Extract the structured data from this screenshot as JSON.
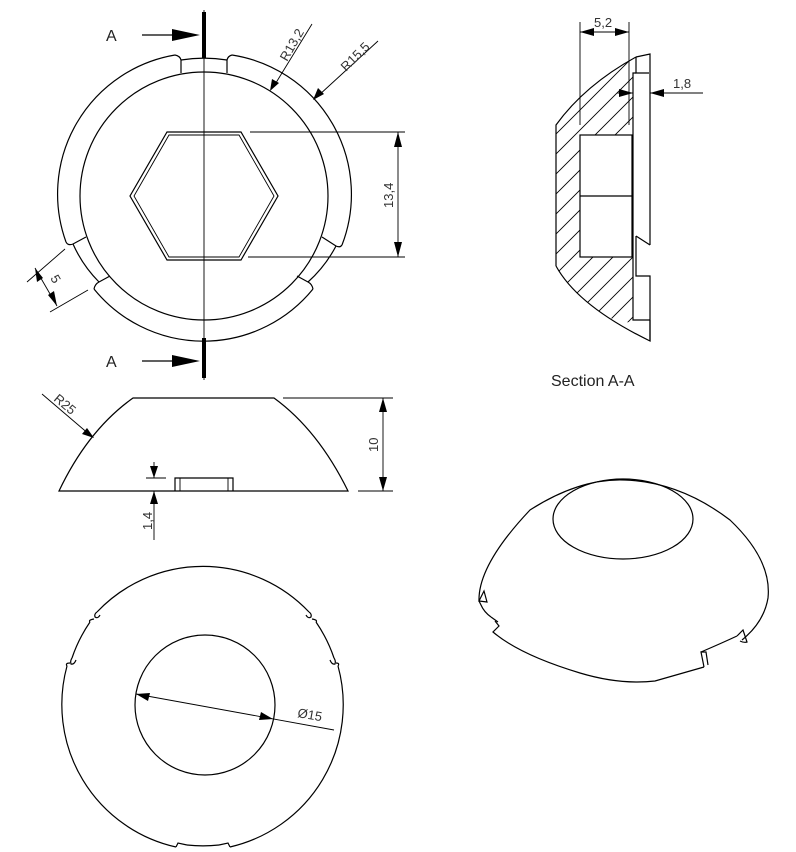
{
  "drawing": {
    "section_marker": "A",
    "section_caption": "Section A-A",
    "top_view": {
      "dims": {
        "inner_radius": "R13,2",
        "outer_radius": "R15,5",
        "hex_across_flats": "13,4",
        "notch_width": "5"
      }
    },
    "section_view": {
      "dims": {
        "hex_depth": "5,2",
        "wall": "1,8"
      }
    },
    "side_view": {
      "dims": {
        "sphere_radius": "R25",
        "height": "10",
        "notch_depth": "1,4"
      }
    },
    "bottom_view": {
      "dims": {
        "flat_diameter": "Ø15"
      }
    }
  }
}
